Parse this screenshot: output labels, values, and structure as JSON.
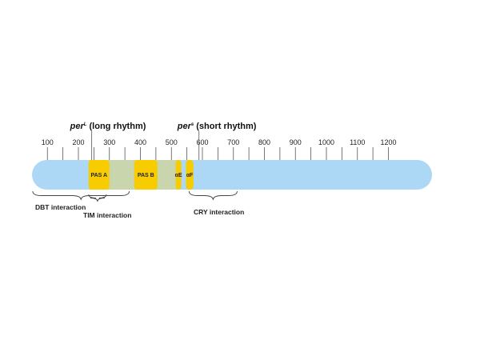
{
  "mutations": [
    {
      "gene": "per",
      "allele": "L",
      "phenotype": "(long rhythm)",
      "position": 243
    },
    {
      "gene": "per",
      "allele": "s",
      "phenotype": "(short rhythm)",
      "position": 589
    }
  ],
  "axis": {
    "ticks": [
      100,
      150,
      200,
      250,
      300,
      350,
      400,
      450,
      500,
      550,
      600,
      650,
      700,
      750,
      800,
      850,
      900,
      950,
      1000,
      1050,
      1100,
      1150,
      1200
    ],
    "labels": [
      "100",
      "200",
      "300",
      "400",
      "500",
      "600",
      "700",
      "800",
      "900",
      "1000",
      "1100",
      "1200"
    ],
    "label_values": [
      100,
      200,
      300,
      400,
      500,
      600,
      700,
      800,
      900,
      1000,
      1100,
      1200
    ]
  },
  "protein": {
    "start": 1,
    "end": 1224,
    "color": "#add8f5"
  },
  "shaded_regions": [
    {
      "start": 233,
      "end": 527,
      "color": "#c8d5ad"
    }
  ],
  "domains": [
    {
      "label": "PAS A",
      "start": 233,
      "end": 300,
      "color": "#f7cc00"
    },
    {
      "label": "PAS B",
      "start": 380,
      "end": 455,
      "color": "#f7cc00"
    },
    {
      "label": "αE",
      "start": 514,
      "end": 532,
      "color": "#f7cc00"
    },
    {
      "label": "αF",
      "start": 547,
      "end": 571,
      "color": "#f7cc00"
    }
  ],
  "interactions": [
    {
      "label": "DBT interaction",
      "start": 1,
      "end": 364,
      "row": 1
    },
    {
      "label": "TIM interaction",
      "start": 233,
      "end": 290,
      "row": 2
    },
    {
      "label": "CRY interaction",
      "start": 557,
      "end": 712,
      "row": 1
    }
  ]
}
